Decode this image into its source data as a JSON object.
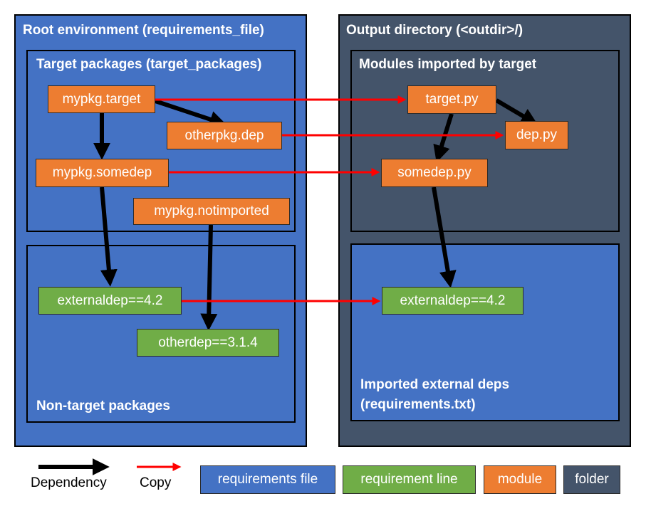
{
  "root_env": {
    "title": "Root environment (requirements_file)",
    "target_packages_title": "Target packages (target_packages)",
    "non_target_title": "Non-target packages",
    "modules": {
      "mypkg_target": "mypkg.target",
      "otherpkg_dep": "otherpkg.dep",
      "mypkg_somedep": "mypkg.somedep",
      "mypkg_notimported": "mypkg.notimported"
    },
    "reqs": {
      "externaldep": "externaldep==4.2",
      "otherdep": "otherdep==3.1.4"
    }
  },
  "output_dir": {
    "title": "Output directory (<outdir>/)",
    "modules_title": "Modules imported by target",
    "modules": {
      "target_py": "target.py",
      "dep_py": "dep.py",
      "somedep_py": "somedep.py"
    },
    "ext_deps_title_line1": "Imported external deps",
    "ext_deps_title_line2": "(requirements.txt)",
    "reqs": {
      "externaldep": "externaldep==4.2"
    }
  },
  "legend": {
    "dependency": "Dependency",
    "copy": "Copy",
    "requirements_file": "requirements file",
    "requirement_line": "requirement line",
    "module": "module",
    "folder": "folder"
  },
  "colors": {
    "requirements_file": "#4472c4",
    "requirement_line": "#70ad47",
    "module": "#ed7d31",
    "folder": "#44546a",
    "dependency_arrow": "#000000",
    "copy_arrow": "#ff0000"
  }
}
